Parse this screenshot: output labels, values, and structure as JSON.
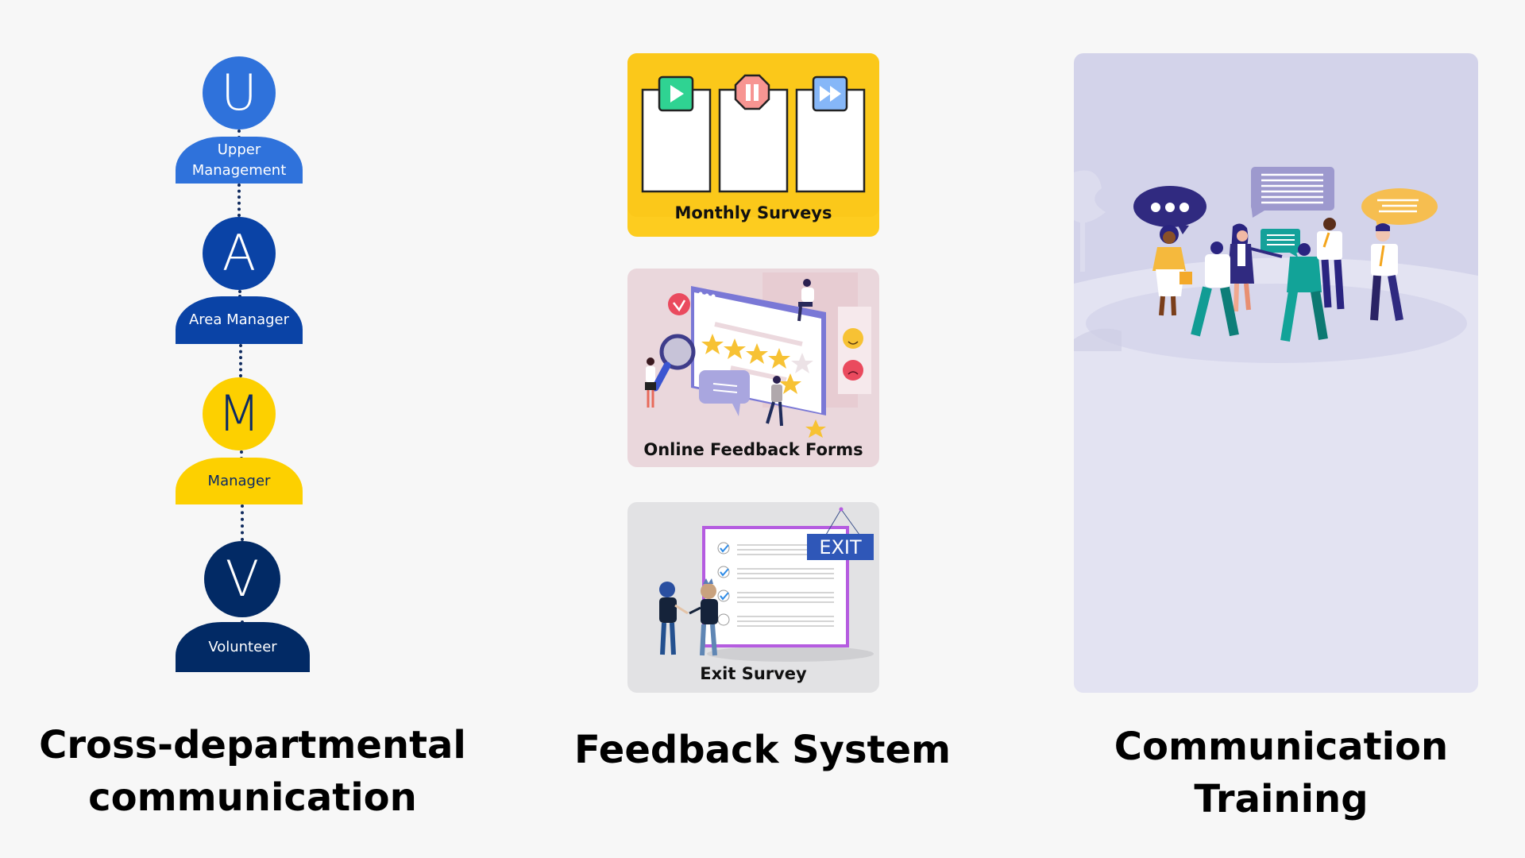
{
  "hierarchy": {
    "levels": [
      {
        "initial": "U",
        "label_line1": "Upper",
        "label_line2": "Management",
        "color": "#2f72db",
        "text_color": "#ffffff"
      },
      {
        "initial": "A",
        "label": "Area Manager",
        "color": "#0a43a6",
        "text_color": "#ffffff"
      },
      {
        "initial": "M",
        "label": "Manager",
        "color": "#fdd000",
        "text_color": "#0b2a66"
      },
      {
        "initial": "V",
        "label": "Volunteer",
        "color": "#022a65",
        "text_color": "#ffffff"
      }
    ],
    "connector_color": "#0f2a5e"
  },
  "feedback": {
    "cards": [
      {
        "label": "Monthly Surveys",
        "bg": "#fdcc1f"
      },
      {
        "label": "Online Feedback Forms",
        "bg": "#ead7dc"
      },
      {
        "label": "Exit Survey",
        "bg": "#e2e2e4",
        "sign_text": "EXIT"
      }
    ]
  },
  "training": {
    "bg_top": "#d3d3ea",
    "bg_bottom": "#e5e5f3"
  },
  "titles": {
    "left_line1": "Cross-departmental",
    "left_line2": "communication",
    "center": "Feedback System",
    "right_line1": "Communication",
    "right_line2": "Training"
  }
}
